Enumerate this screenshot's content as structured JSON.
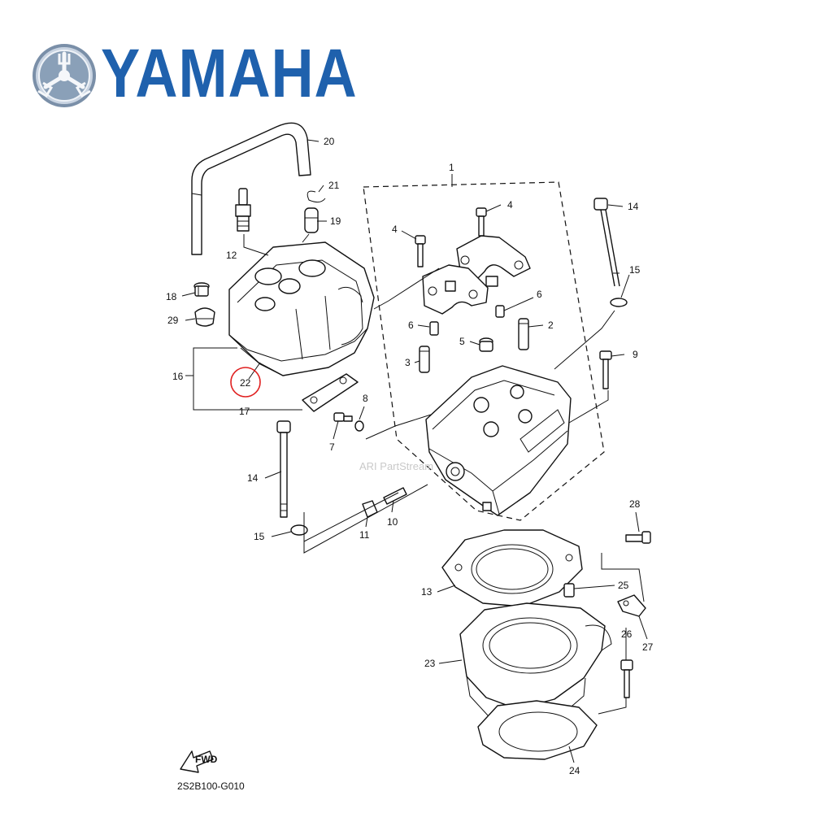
{
  "brand": {
    "name": "YAMAHA",
    "color": "#1f61ad",
    "emblem_icon": "tuning-fork-emblem-icon"
  },
  "diagram": {
    "ref_code": "2S2B100-G010",
    "watermark": "ARI PartStream",
    "fwd_label": "FWD",
    "highlight_color": "#e02020",
    "highlighted_part": "22",
    "callouts": [
      {
        "id": "c1",
        "text": "1"
      },
      {
        "id": "c2",
        "text": "2"
      },
      {
        "id": "c3",
        "text": "3"
      },
      {
        "id": "c4a",
        "text": "4"
      },
      {
        "id": "c4b",
        "text": "4"
      },
      {
        "id": "c5",
        "text": "5"
      },
      {
        "id": "c6a",
        "text": "6"
      },
      {
        "id": "c6b",
        "text": "6"
      },
      {
        "id": "c7",
        "text": "7"
      },
      {
        "id": "c8",
        "text": "8"
      },
      {
        "id": "c9",
        "text": "9"
      },
      {
        "id": "c10",
        "text": "10"
      },
      {
        "id": "c11",
        "text": "11"
      },
      {
        "id": "c12",
        "text": "12"
      },
      {
        "id": "c13",
        "text": "13"
      },
      {
        "id": "c14a",
        "text": "14"
      },
      {
        "id": "c14b",
        "text": "14"
      },
      {
        "id": "c15a",
        "text": "15"
      },
      {
        "id": "c15b",
        "text": "15"
      },
      {
        "id": "c16",
        "text": "16"
      },
      {
        "id": "c17",
        "text": "17"
      },
      {
        "id": "c18",
        "text": "18"
      },
      {
        "id": "c19",
        "text": "19"
      },
      {
        "id": "c20",
        "text": "20"
      },
      {
        "id": "c21",
        "text": "21"
      },
      {
        "id": "c22",
        "text": "22"
      },
      {
        "id": "c23",
        "text": "23"
      },
      {
        "id": "c24",
        "text": "24"
      },
      {
        "id": "c25",
        "text": "25"
      },
      {
        "id": "c26",
        "text": "26"
      },
      {
        "id": "c27",
        "text": "27"
      },
      {
        "id": "c28",
        "text": "28"
      },
      {
        "id": "c29",
        "text": "29"
      }
    ]
  }
}
